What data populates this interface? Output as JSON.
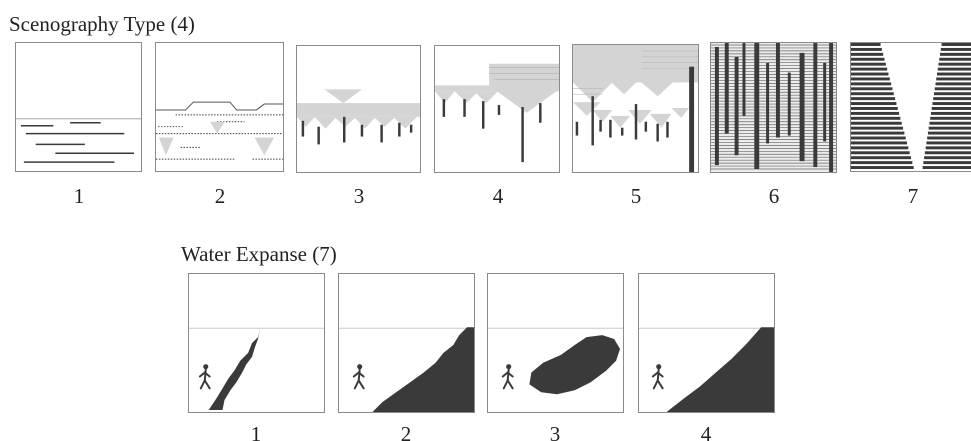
{
  "scenography": {
    "title": "Scenography Type (4)",
    "panels": [
      {
        "label": "1",
        "icon": "horizon-lines-icon"
      },
      {
        "label": "2",
        "icon": "low-vegetation-icon"
      },
      {
        "label": "3",
        "icon": "sparse-trees-icon"
      },
      {
        "label": "4",
        "icon": "mixed-trees-icon"
      },
      {
        "label": "5",
        "icon": "open-forest-icon"
      },
      {
        "label": "6",
        "icon": "dense-forest-icon"
      },
      {
        "label": "7",
        "icon": "corridor-icon"
      }
    ]
  },
  "water": {
    "title": "Water Expanse (7)",
    "panels": [
      {
        "label": "1",
        "icon": "stream-icon"
      },
      {
        "label": "2",
        "icon": "lake-edge-icon"
      },
      {
        "label": "3",
        "icon": "pond-icon"
      },
      {
        "label": "4",
        "icon": "shoreline-icon"
      }
    ]
  },
  "colors": {
    "dark": "#3a3a3a",
    "light": "#d4d4d4",
    "frame": "#8a8a8a"
  }
}
